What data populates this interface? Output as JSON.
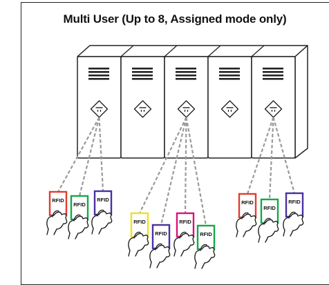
{
  "title": "Multi User (Up to 8, Assigned mode only)",
  "card_label": "RFID",
  "colors": {
    "stroke": "#222222",
    "dash": "#9a9a9a",
    "red": "#e23b2e",
    "green": "#12a84a",
    "purple": "#4a2fa0",
    "yellow": "#f0e11c",
    "magenta": "#d8127a"
  },
  "lockers": [
    {
      "id": "locker-1"
    },
    {
      "id": "locker-2"
    },
    {
      "id": "locker-3"
    },
    {
      "id": "locker-4"
    },
    {
      "id": "locker-5"
    }
  ],
  "groups": [
    {
      "locker": 1,
      "cards": [
        "red",
        "green",
        "purple"
      ]
    },
    {
      "locker": 3,
      "cards": [
        "yellow",
        "purple",
        "magenta",
        "green"
      ]
    },
    {
      "locker": 5,
      "cards": [
        "red",
        "green",
        "purple"
      ]
    }
  ]
}
